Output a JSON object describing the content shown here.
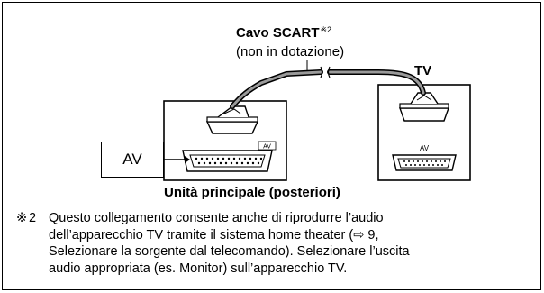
{
  "cable": {
    "title": "Cavo SCART",
    "footnote_ref": "※2",
    "subtitle": "(non in dotazione)"
  },
  "tv": {
    "title": "TV",
    "port_label": "AV"
  },
  "main_unit": {
    "title": "Unità principale (posteriori)",
    "port_label": "AV"
  },
  "av_device": {
    "label": "AV"
  },
  "note": {
    "mark": "※",
    "number": "2",
    "text": "Questo collegamento consente anche di riprodurre l’audio\ndell’apparecchio TV tramite il sistema home theater (⇨ 9,\nSelezionare la sorgente dal telecomando). Selezionare l’uscita\naudio appropriata (es. Monitor) sull’apparecchio TV."
  }
}
